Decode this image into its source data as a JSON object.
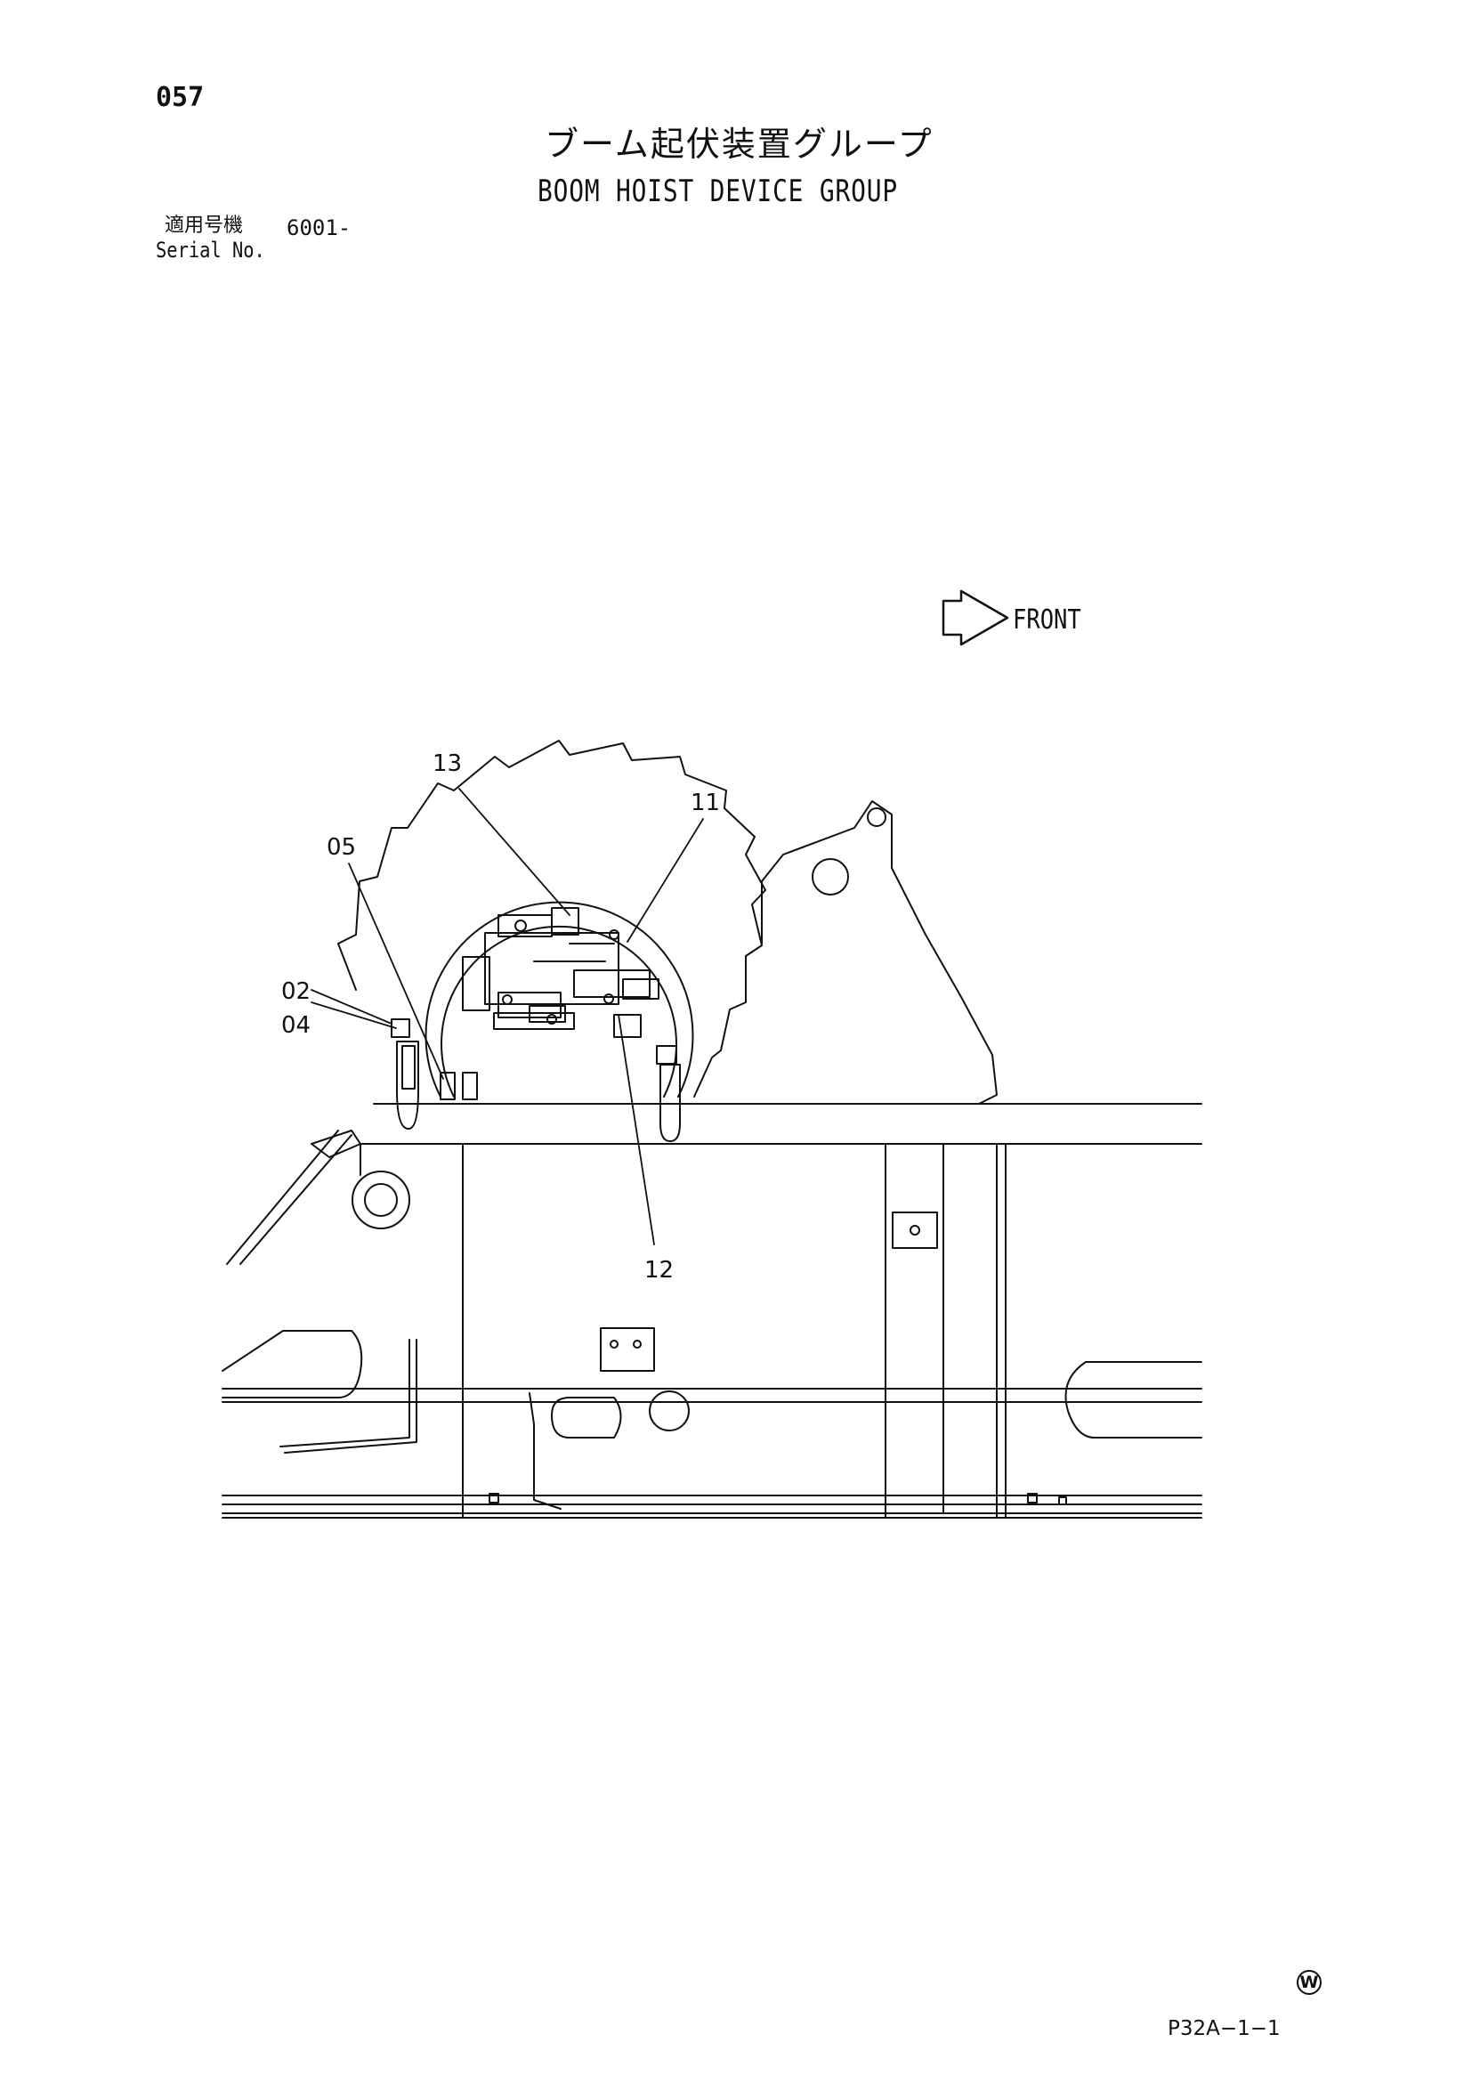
{
  "header": {
    "page_number": "057",
    "title_jp": "ブーム起伏装置グループ",
    "title_en": "BOOM HOIST DEVICE GROUP",
    "serial_label_jp": "適用号機",
    "serial_value": "6001-",
    "serial_label_en": "Serial No."
  },
  "diagram": {
    "front_label": "FRONT",
    "callouts": [
      "13",
      "11",
      "05",
      "02",
      "04",
      "12"
    ]
  },
  "footer": {
    "mark": "W",
    "page_code": "P32A−1−1"
  }
}
